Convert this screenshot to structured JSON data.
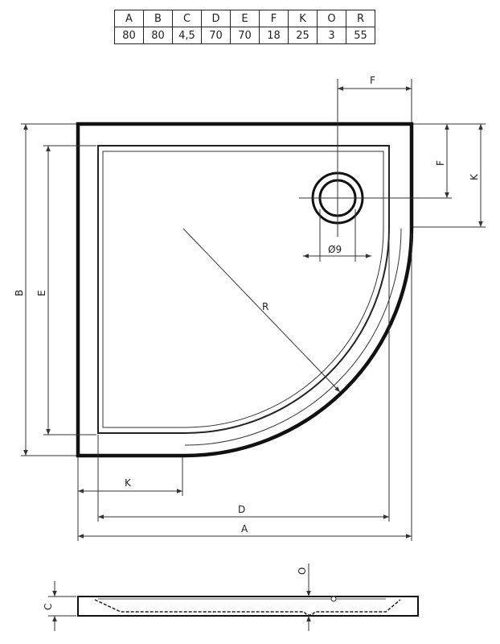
{
  "table": {
    "headers": [
      "A",
      "B",
      "C",
      "D",
      "E",
      "F",
      "K",
      "O",
      "R"
    ],
    "values": [
      "80",
      "80",
      "4,5",
      "70",
      "70",
      "18",
      "25",
      "3",
      "55"
    ]
  },
  "labels": {
    "A": "A",
    "B": "B",
    "C": "C",
    "D": "D",
    "E": "E",
    "F_top": "F",
    "F_side": "F",
    "K_side": "K",
    "K_bottom": "K",
    "R": "R",
    "O": "O",
    "drain": "Ø9"
  }
}
